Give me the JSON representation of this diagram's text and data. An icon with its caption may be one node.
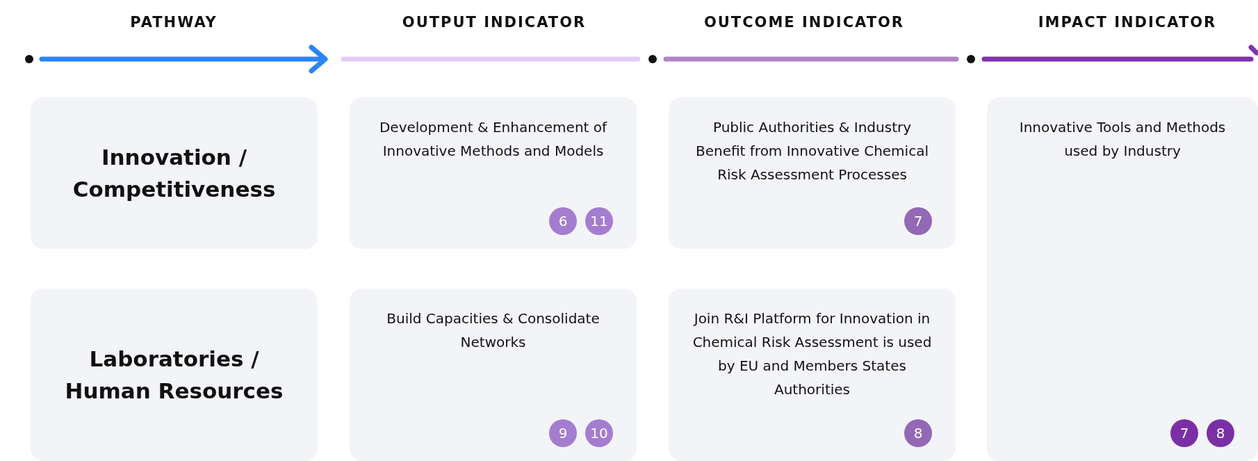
{
  "diagram": {
    "nodes": [
      {
        "text": [
          "Innovation / Competitiveness"
        ]
      },
      {
        "text": [
          "Development & Enhancement of Innovative Methods and Models"
        ]
      },
      {
        "text": [
          "6"
        ],
        "in": 1
      },
      {
        "text": [
          "11"
        ],
        "in": 1
      },
      {
        "text": [
          "Public Authorities & Industry Benefit from Innovative Chemical Risk Assessment Processes"
        ]
      },
      {
        "text": [
          "7"
        ],
        "in": 4
      },
      {
        "text": [
          "Innovative Tools and Methods used by Industry"
        ]
      },
      {
        "text": [
          "7"
        ],
        "in": 6
      },
      {
        "text": [
          "8"
        ],
        "in": 6
      },
      {
        "text": [
          "Laboratories / Human Resources"
        ]
      },
      {
        "text": [
          "Build Capacities & Consolidate Networks"
        ]
      },
      {
        "text": [
          "9"
        ],
        "in": 10
      },
      {
        "text": [
          "10"
        ],
        "in": 10
      },
      {
        "text": [
          "Join R&I Platform for Innovation in Chemical Risk Assessment is used by EU and Members States Authorities"
        ]
      },
      {
        "text": [
          "8"
        ],
        "in": 13
      }
    ],
    "labels": [
      "PATHWAY",
      "OUTPUT INDICATOR",
      "OUTCOME INDICATOR",
      "IMPACT INDICATOR"
    ]
  }
}
